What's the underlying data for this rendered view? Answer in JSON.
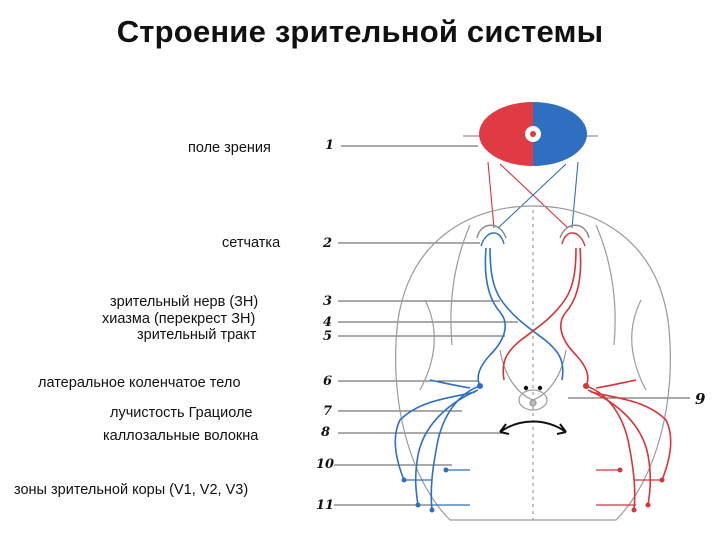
{
  "title": "Строение зрительной системы",
  "labels": [
    "поле зрения",
    "сетчатка",
    "зрительный нерв (ЗН)",
    "хиазма (перекрест ЗН)",
    "зрительный тракт",
    "латеральное коленчатое тело",
    "лучистость Грациоле",
    "каллозальные волокна",
    "зоны зрительной коры (V1, V2, V3)"
  ],
  "numbers": [
    "1",
    "2",
    "3",
    "4",
    "5",
    "6",
    "7",
    "8",
    "10",
    "11",
    "9"
  ],
  "colors": {
    "left_path": "#2f6fc2",
    "right_path": "#d7343a",
    "outline": "#9a9a9a"
  }
}
